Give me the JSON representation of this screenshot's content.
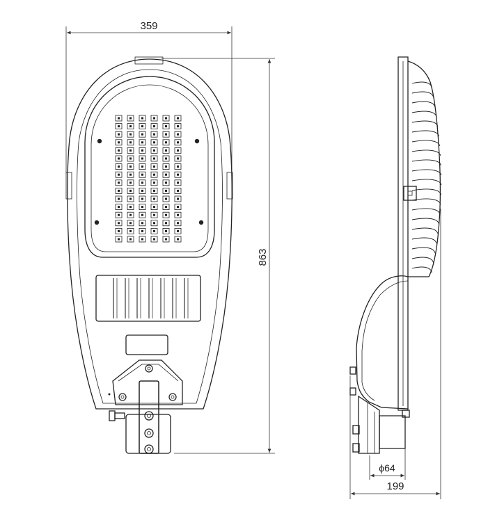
{
  "drawing": {
    "front_view": {
      "width_label": "359",
      "height_label": "863",
      "led_rows": 16,
      "led_cols": 6
    },
    "side_view": {
      "depth_label": "199",
      "pole_label": "ϕ64",
      "fin_count": 20
    },
    "colors": {
      "line": "#222222",
      "background": "#ffffff"
    }
  }
}
